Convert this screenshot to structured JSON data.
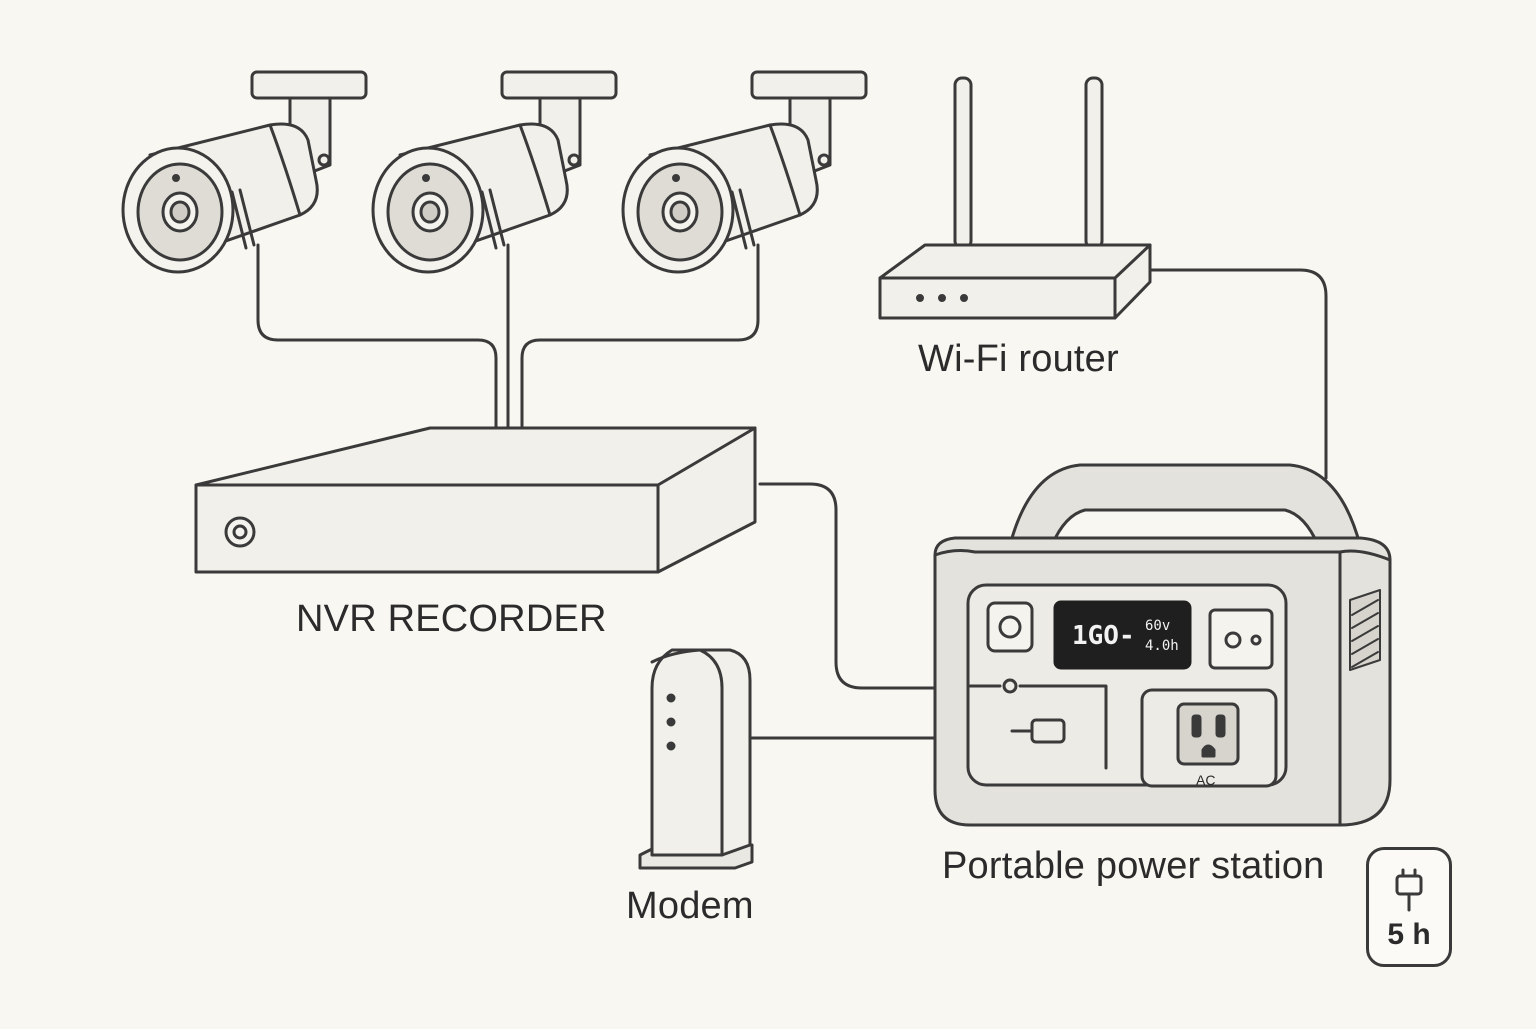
{
  "labels": {
    "router": "Wi-Fi router",
    "nvr": "NVR RECORDER",
    "modem": "Modem",
    "power_station": "Portable power station"
  },
  "power_station_display": {
    "main": "1GO-",
    "voltage": "60v",
    "hours": "4.0h"
  },
  "outlet_label": "AC",
  "runtime_badge": {
    "icon": "plug-icon",
    "text": "5 h"
  },
  "colors": {
    "line": "#3a3a3a",
    "device_fill": "#f1f0ea",
    "station_fill": "#e4e2dc",
    "display_bg": "#1f1f1f",
    "background": "#f8f7f2"
  }
}
